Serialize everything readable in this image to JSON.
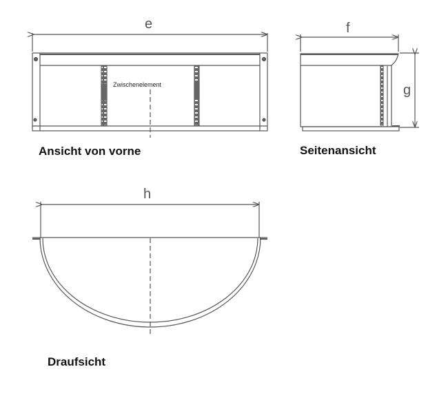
{
  "dimensions": {
    "front_width": "e",
    "side_width": "f",
    "side_height": "g",
    "top_width": "h"
  },
  "labels": {
    "front_view": "Ansicht von vorne",
    "side_view": "Seitenansicht",
    "top_view": "Draufsicht",
    "intermediate_element": "Zwischenelement"
  },
  "colors": {
    "line": "#555555",
    "text": "#111111"
  }
}
